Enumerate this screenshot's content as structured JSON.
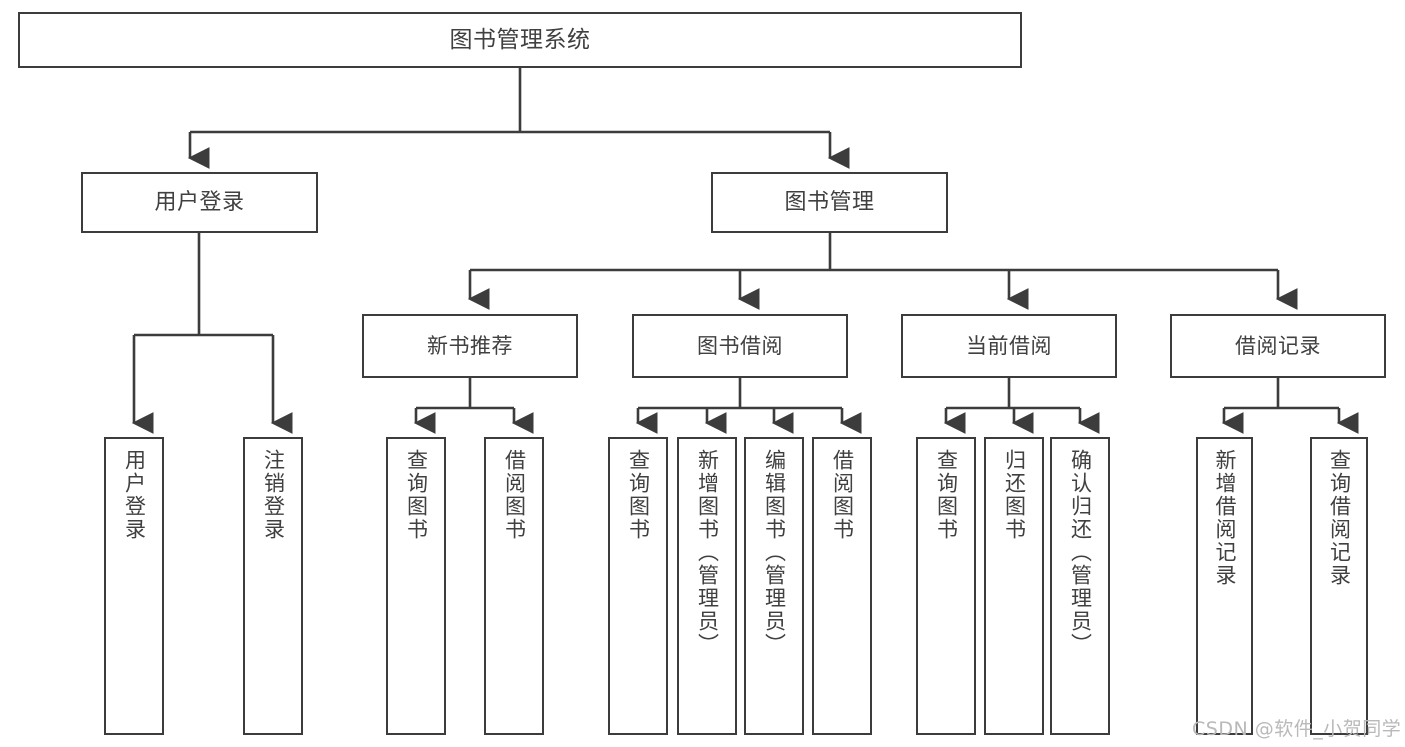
{
  "diagram": {
    "title": "图书管理系统",
    "type": "functional-structure-tree",
    "background_color": "#ffffff",
    "line_color": "#3c3c3c",
    "text_color": "#404040"
  },
  "root": {
    "label": "图书管理系统"
  },
  "level1": [
    {
      "label": "用户登录"
    },
    {
      "label": "图书管理"
    }
  ],
  "level2": [
    {
      "label": "新书推荐"
    },
    {
      "label": "图书借阅"
    },
    {
      "label": "当前借阅"
    },
    {
      "label": "借阅记录"
    }
  ],
  "leaves": {
    "user_login": [
      {
        "label": "用户登录"
      },
      {
        "label": "注销登录"
      }
    ],
    "new_book_recommend": [
      {
        "label": "查询图书"
      },
      {
        "label": "借阅图书"
      }
    ],
    "book_borrow": [
      {
        "label": "查询图书"
      },
      {
        "label": "新增图书（管理员）"
      },
      {
        "label": "编辑图书（管理员）"
      },
      {
        "label": "借阅图书"
      }
    ],
    "current_borrow": [
      {
        "label": "查询图书"
      },
      {
        "label": "归还图书"
      },
      {
        "label": "确认归还（管理员）"
      }
    ],
    "borrow_record": [
      {
        "label": "新增借阅记录"
      },
      {
        "label": "查询借阅记录"
      }
    ]
  },
  "watermark": {
    "text": "CSDN @软件_小贺同学"
  }
}
